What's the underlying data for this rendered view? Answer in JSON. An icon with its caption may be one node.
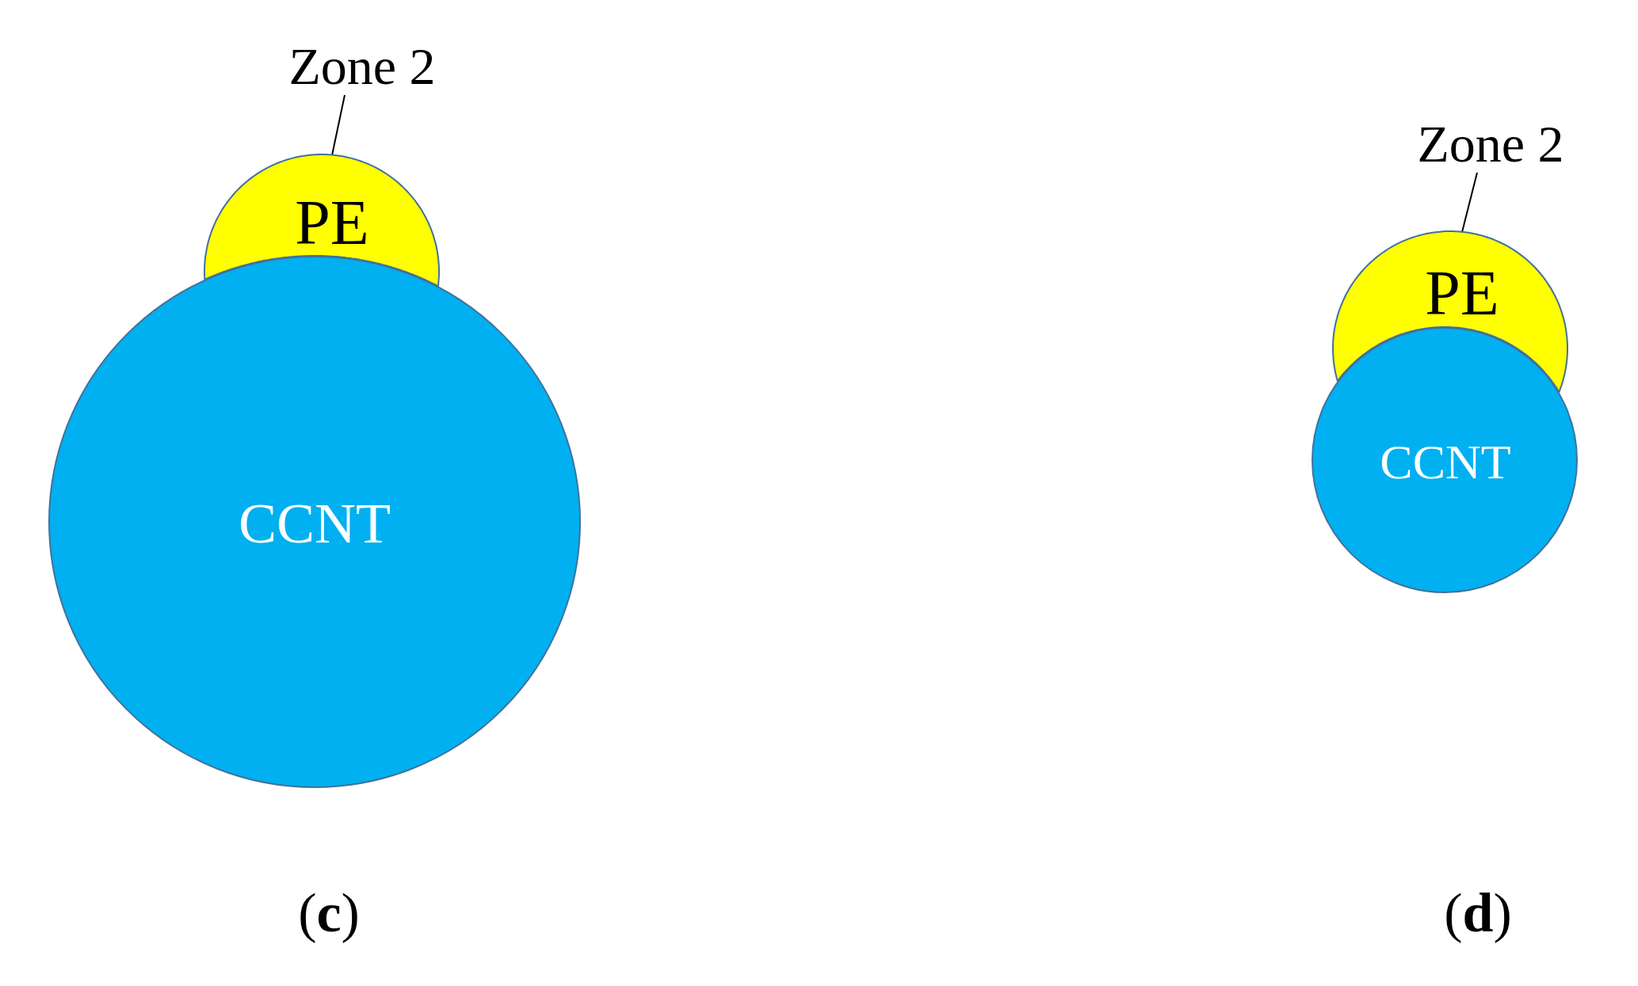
{
  "diagram": {
    "nodes": [
      {
        "text": [
          "Zone 2"
        ]
      },
      {
        "text": [
          "PE"
        ]
      },
      {
        "text": [
          "CCNT"
        ]
      },
      {
        "text": [
          "Zone 2"
        ]
      },
      {
        "text": [
          "PE"
        ]
      },
      {
        "text": [
          "CCNT"
        ]
      }
    ],
    "edges": [
      {
        "from": 0,
        "to": 1,
        "arrow": "none"
      },
      {
        "from": 3,
        "to": 4,
        "arrow": "none"
      }
    ],
    "labels": [
      "(**c**)",
      "(**d**)"
    ]
  }
}
